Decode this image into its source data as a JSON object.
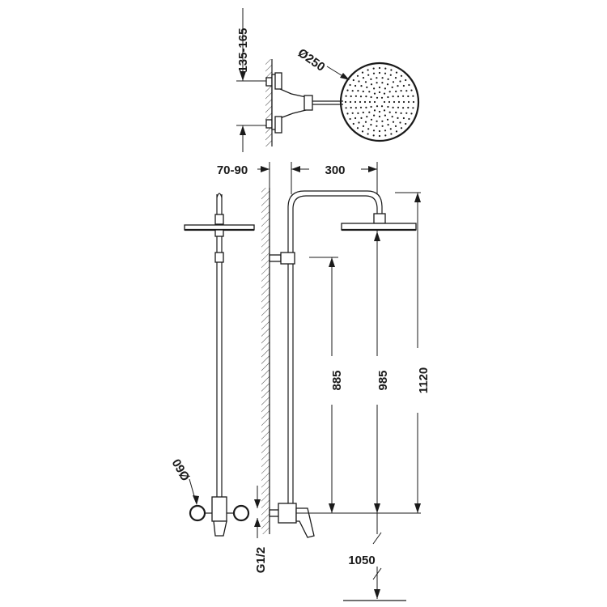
{
  "dimensions": {
    "wall_distance_top": "135-165",
    "head_diameter": "Ø250",
    "wall_offset": "70-90",
    "arm_length": "300",
    "outlet_spacing": "Ø60",
    "inlet_thread": "G1/2",
    "height_885": "885",
    "height_985": "985",
    "height_1120": "1120",
    "floor_height": "1050"
  }
}
